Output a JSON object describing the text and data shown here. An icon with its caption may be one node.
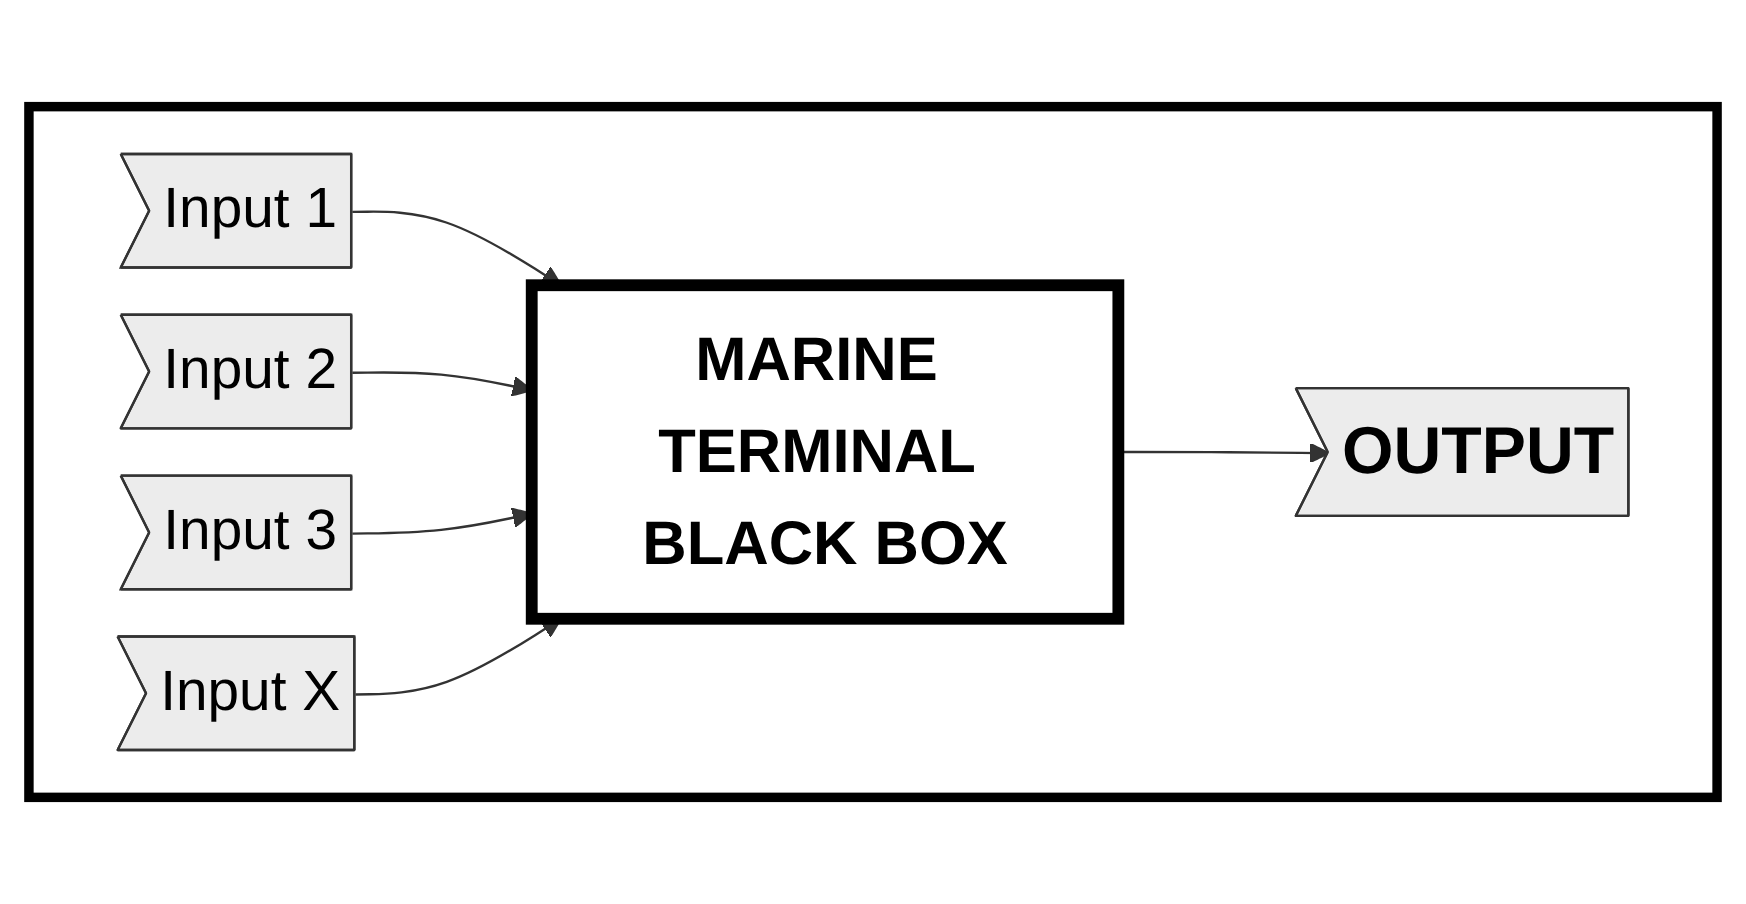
{
  "diagram": {
    "nodes": [
      {
        "text": [],
        "shape": "box"
      },
      {
        "text": [
          "Input 1"
        ],
        "in": 0
      },
      {
        "text": [
          "Input 2"
        ],
        "in": 0
      },
      {
        "text": [
          "Input 3"
        ],
        "in": 0
      },
      {
        "text": [
          "Input X"
        ],
        "in": 0
      },
      {
        "text": [
          "MARINE TERMINAL BLACK BOX"
        ],
        "in": 0
      },
      {
        "text": [
          "OUTPUT"
        ],
        "in": 0
      }
    ],
    "edges": [
      {
        "from": 1,
        "to": 5,
        "arrow": "to"
      },
      {
        "from": 2,
        "to": 5,
        "arrow": "to"
      },
      {
        "from": 3,
        "to": 5,
        "arrow": "to"
      },
      {
        "from": 4,
        "to": 5,
        "arrow": "to"
      },
      {
        "from": 5,
        "to": 6,
        "arrow": "to"
      }
    ]
  }
}
